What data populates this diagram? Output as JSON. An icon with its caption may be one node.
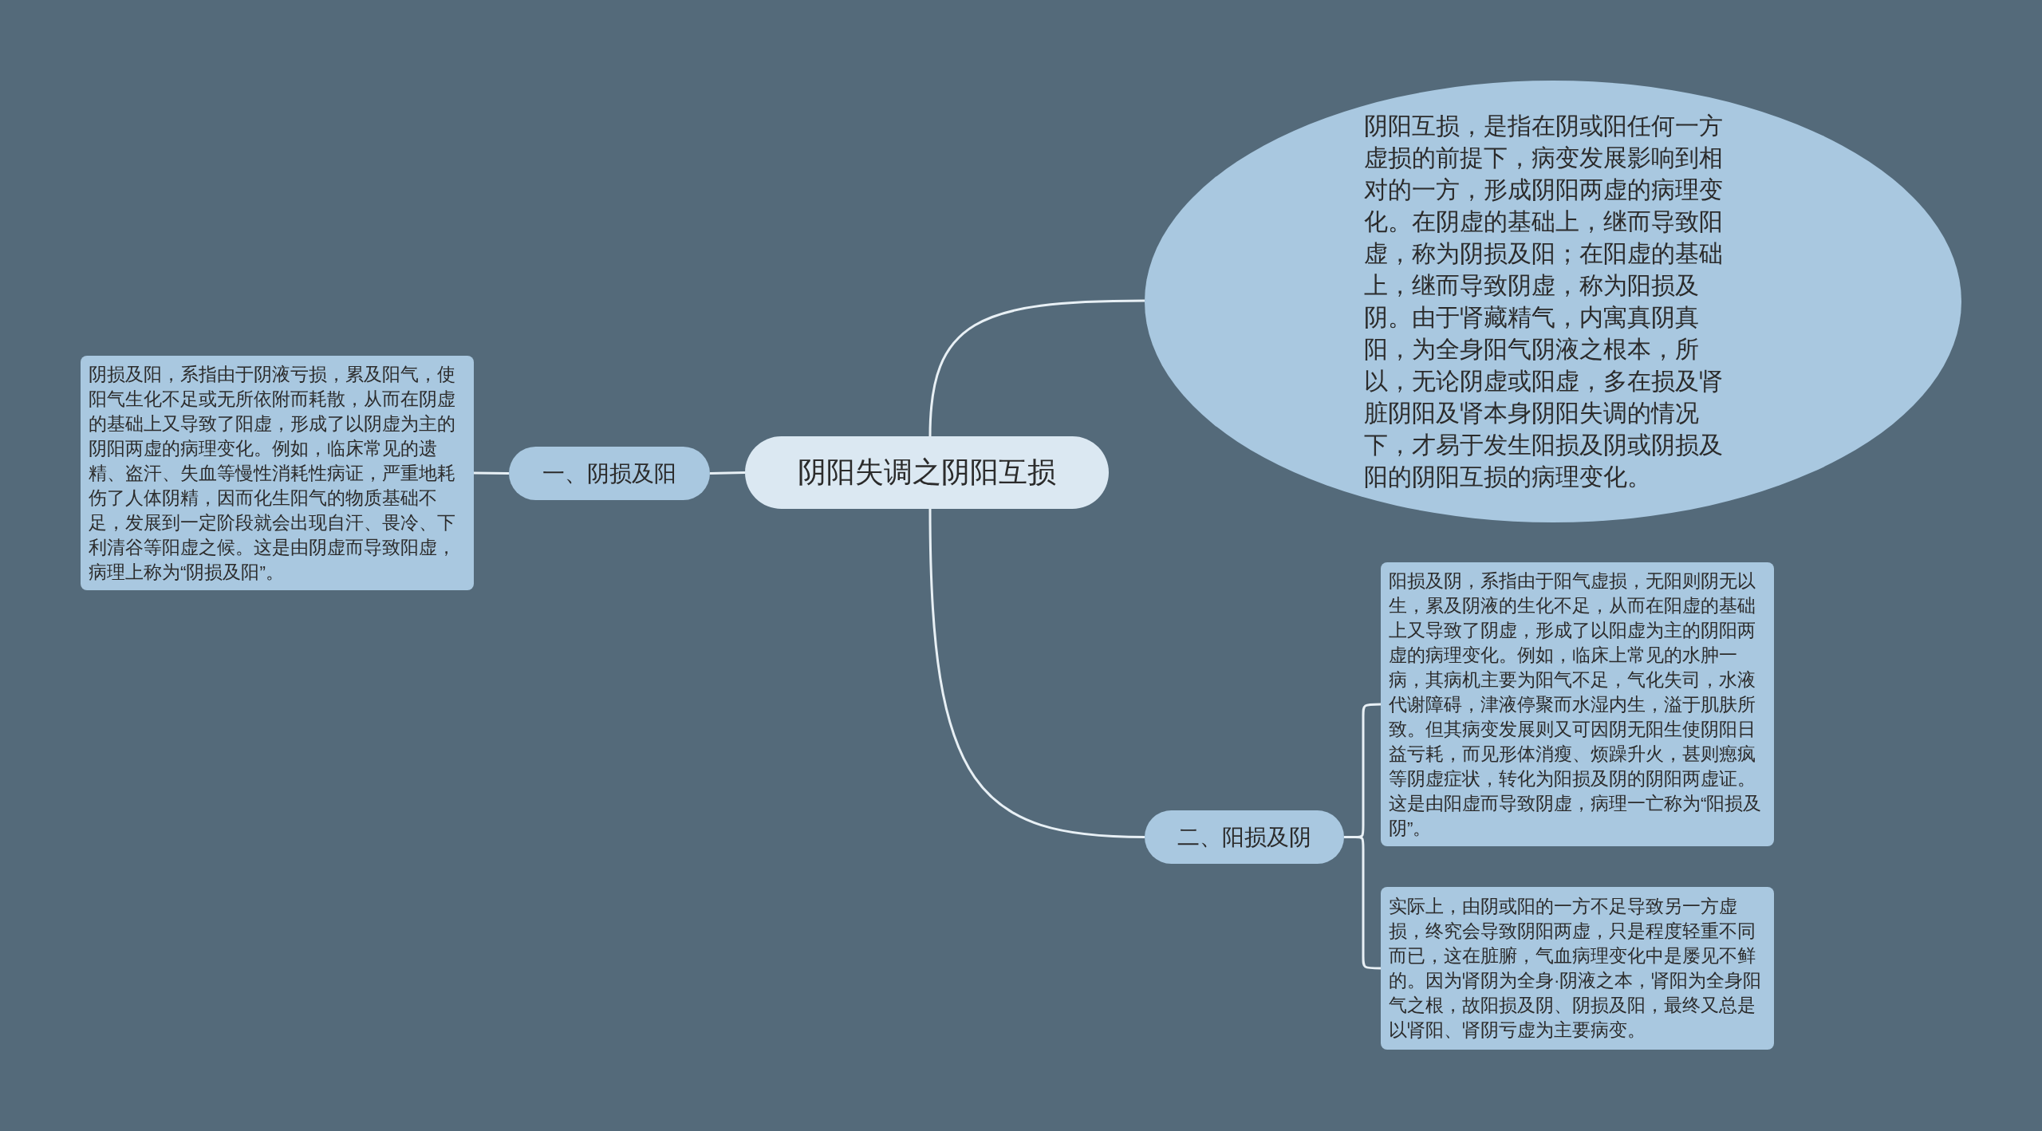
{
  "diagram": {
    "nodes": [
      {
        "text": [
          "阴阳失调之阴阳互损"
        ]
      },
      {
        "text": [
          "一、阴损及阳"
        ]
      },
      {
        "text": [
          "阴损及阳，系指由于阴液亏损，累及阳气，使阳气生化不足或无所依附而耗散，从而在阴虚的基础上又导致了阳虚，形成了以阴虚为主的阴阳两虚的病理变化。例如，临床常见的遗精、盗汗、失血等慢性消耗性病证，严重地耗伤了人体阴精，因而化生阳气的物质基础不足，发展到一定阶段就会出现自汗、畏冷、下利清谷等阳虚之候。这是由阴虚而导致阳虚，病理上称为“阴损及阳”。"
        ]
      },
      {
        "text": [
          "阴阳互损，是指在阴或阳任何一方虚损的前提下，病变发展影响到相对的一方，形成阴阳两虚的病理变化。在阴虚的基础上，继而导致阳虚，称为阴损及阳；在阳虚的基础上，继而导致阴虚，称为阳损及阴。由于肾藏精气，内寓真阴真阳，为全身阳气阴液之根本，所以，无论阴虚或阳虚，多在损及肾脏阴阳及肾本身阴阳失调的情况下，才易于发生阳损及阴或阴损及阳的阴阳互损的病理变化。"
        ]
      },
      {
        "text": [
          "二、阳损及阴"
        ]
      },
      {
        "text": [
          "阳损及阴，系指由于阳气虚损，无阳则阴无以生，累及阴液的生化不足，从而在阳虚的基础上又导致了阴虚，形成了以阳虚为主的阴阳两虚的病理变化。例如，临床上常见的水肿一病，其病机主要为阳气不足，气化失司，水液代谢障碍，津液停聚而水湿内生，溢于肌肤所致。但其病变发展则又可因阴无阳生使阴阳日益亏耗，而见形体消瘦、烦躁升火，甚则瘛疯等阴虚症状，转化为阳损及阴的阴阳两虚证。这是由阳虚而导致阴虚，病理一亡称为“阳损及阴”。"
        ]
      },
      {
        "text": [
          "实际上，由阴或阳的一方不足导致另一方虚损，终究会导致阴阳两虚，只是程度轻重不同而已，这在脏腑，气血病理变化中是屡见不鲜的。因为肾阴为全身·阴液之本，肾阳为全身阳气之根，故阳损及阴、阴损及阳，最终又总是以肾阳、肾阴亏虚为主要病变。"
        ]
      }
    ],
    "edges": [
      {
        "from": 0,
        "to": 1,
        "arrow": "none"
      },
      {
        "from": 1,
        "to": 2,
        "arrow": "none"
      },
      {
        "from": 0,
        "to": 3,
        "arrow": "none"
      },
      {
        "from": 0,
        "to": 4,
        "arrow": "none"
      },
      {
        "from": 4,
        "to": 5,
        "arrow": "none"
      },
      {
        "from": 4,
        "to": 6,
        "arrow": "none"
      }
    ]
  }
}
